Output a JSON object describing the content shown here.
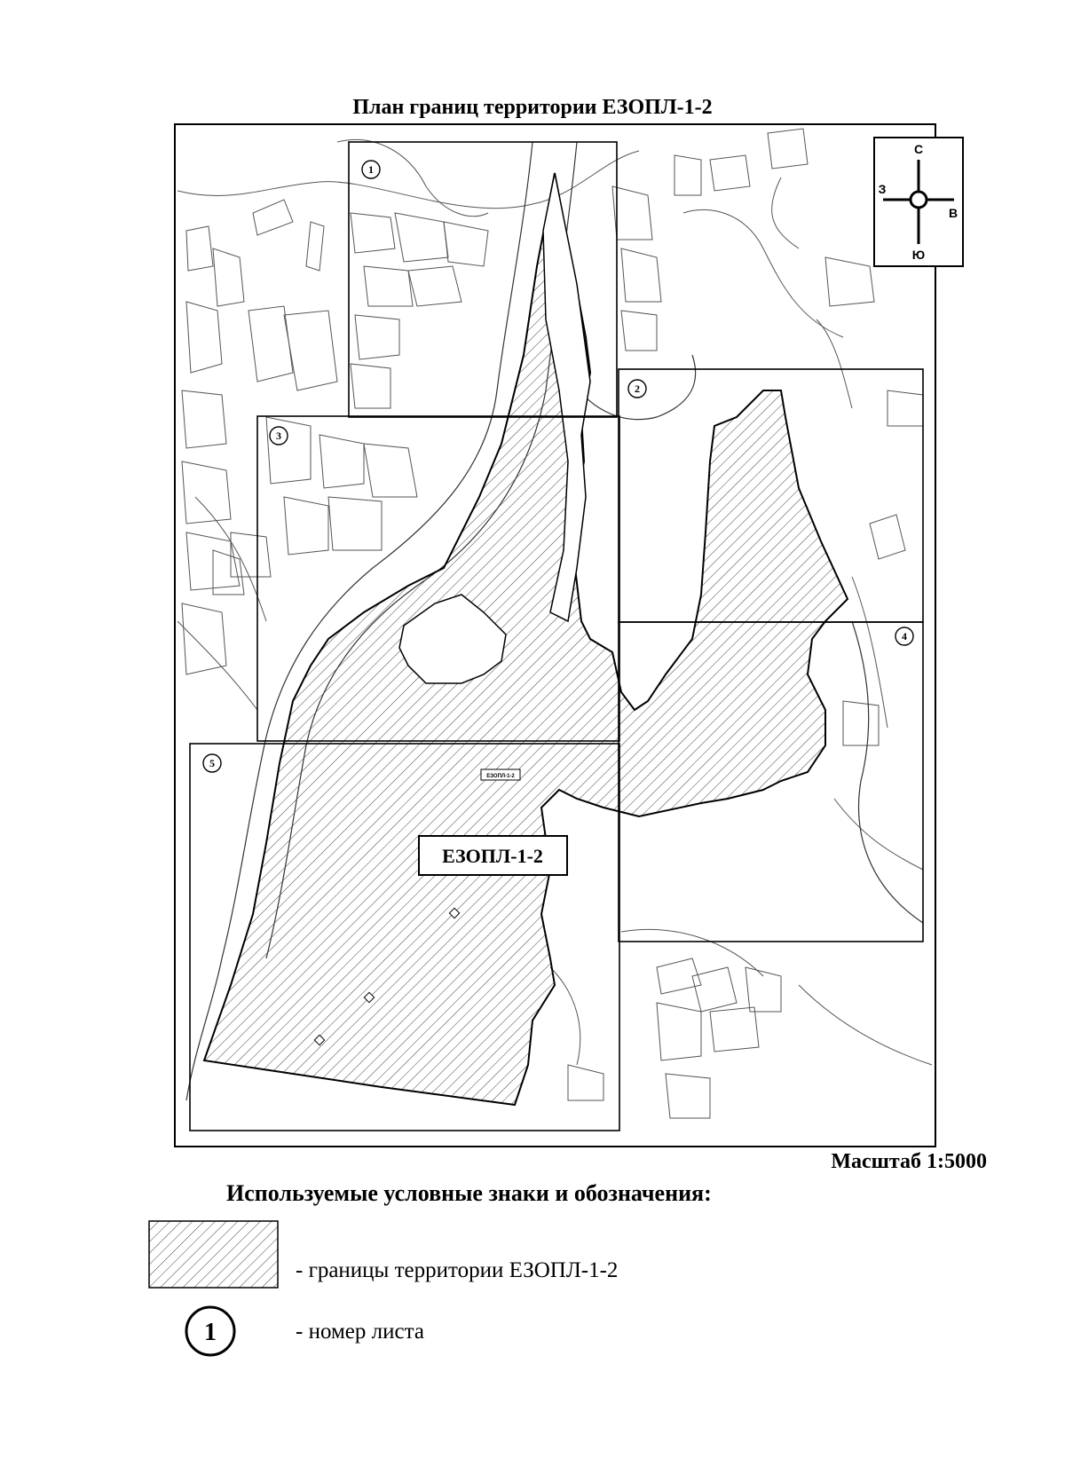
{
  "title": "План границ территории ЕЗОПЛ-1-2",
  "scale": "Масштаб 1:5000",
  "map": {
    "zone_label": "ЕЗОПЛ-1-2",
    "zone_label_small": "ЕЗОПЛ-1-2",
    "sheets": [
      "1",
      "2",
      "3",
      "4",
      "5"
    ],
    "compass": {
      "north": "С",
      "south": "Ю",
      "east": "В",
      "west": "З"
    }
  },
  "legend": {
    "title": "Используемые условные знаки и обозначения:",
    "items": [
      {
        "symbol": "hatched-area",
        "text": "- границы территории ЕЗОПЛ-1-2"
      },
      {
        "symbol": "circle",
        "number": "1",
        "text": "- номер листа"
      }
    ]
  }
}
